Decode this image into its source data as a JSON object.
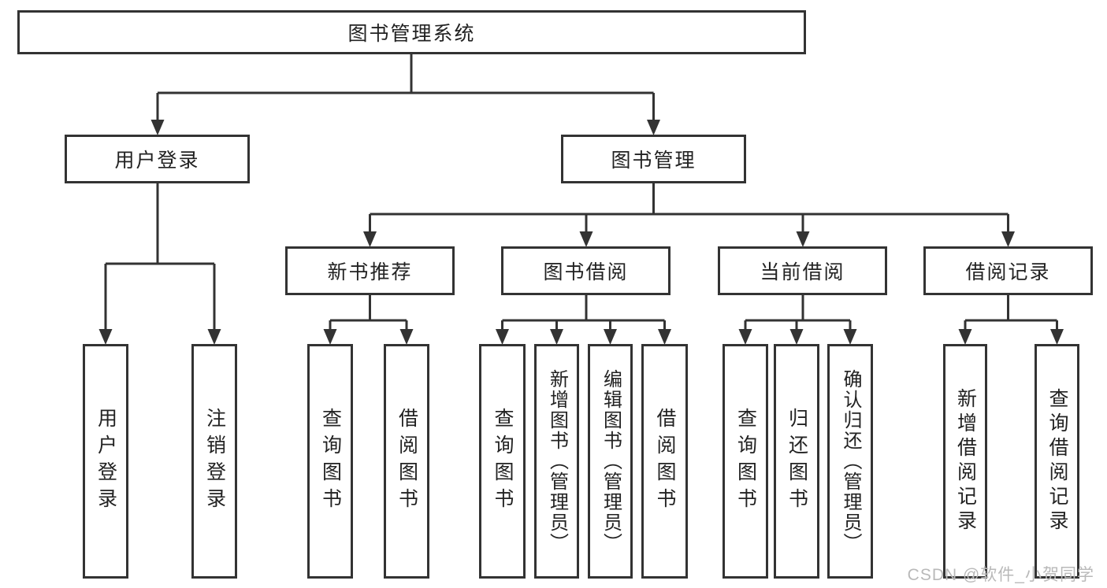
{
  "diagram": {
    "type": "hierarchy-tree",
    "colors": {
      "line": "#333333",
      "box_border": "#333333",
      "text": "#222222",
      "background": "#ffffff",
      "watermark": "#b9b9b9"
    },
    "tree": {
      "label": "图书管理系统",
      "children": [
        {
          "label": "用户登录",
          "children": [
            {
              "label": "用户登录"
            },
            {
              "label": "注销登录"
            }
          ]
        },
        {
          "label": "图书管理",
          "children": [
            {
              "label": "新书推荐",
              "children": [
                {
                  "label": "查询图书"
                },
                {
                  "label": "借阅图书"
                }
              ]
            },
            {
              "label": "图书借阅",
              "children": [
                {
                  "label": "查询图书"
                },
                {
                  "label": "新增图书（管理员）"
                },
                {
                  "label": "编辑图书（管理员）"
                },
                {
                  "label": "借阅图书"
                }
              ]
            },
            {
              "label": "当前借阅",
              "children": [
                {
                  "label": "查询图书"
                },
                {
                  "label": "归还图书"
                },
                {
                  "label": "确认归还（管理员）"
                }
              ]
            },
            {
              "label": "借阅记录",
              "children": [
                {
                  "label": "新增借阅记录"
                },
                {
                  "label": "查询借阅记录"
                }
              ]
            }
          ]
        }
      ]
    },
    "watermark": {
      "text": "CSDN @软件_小贺同学"
    }
  }
}
